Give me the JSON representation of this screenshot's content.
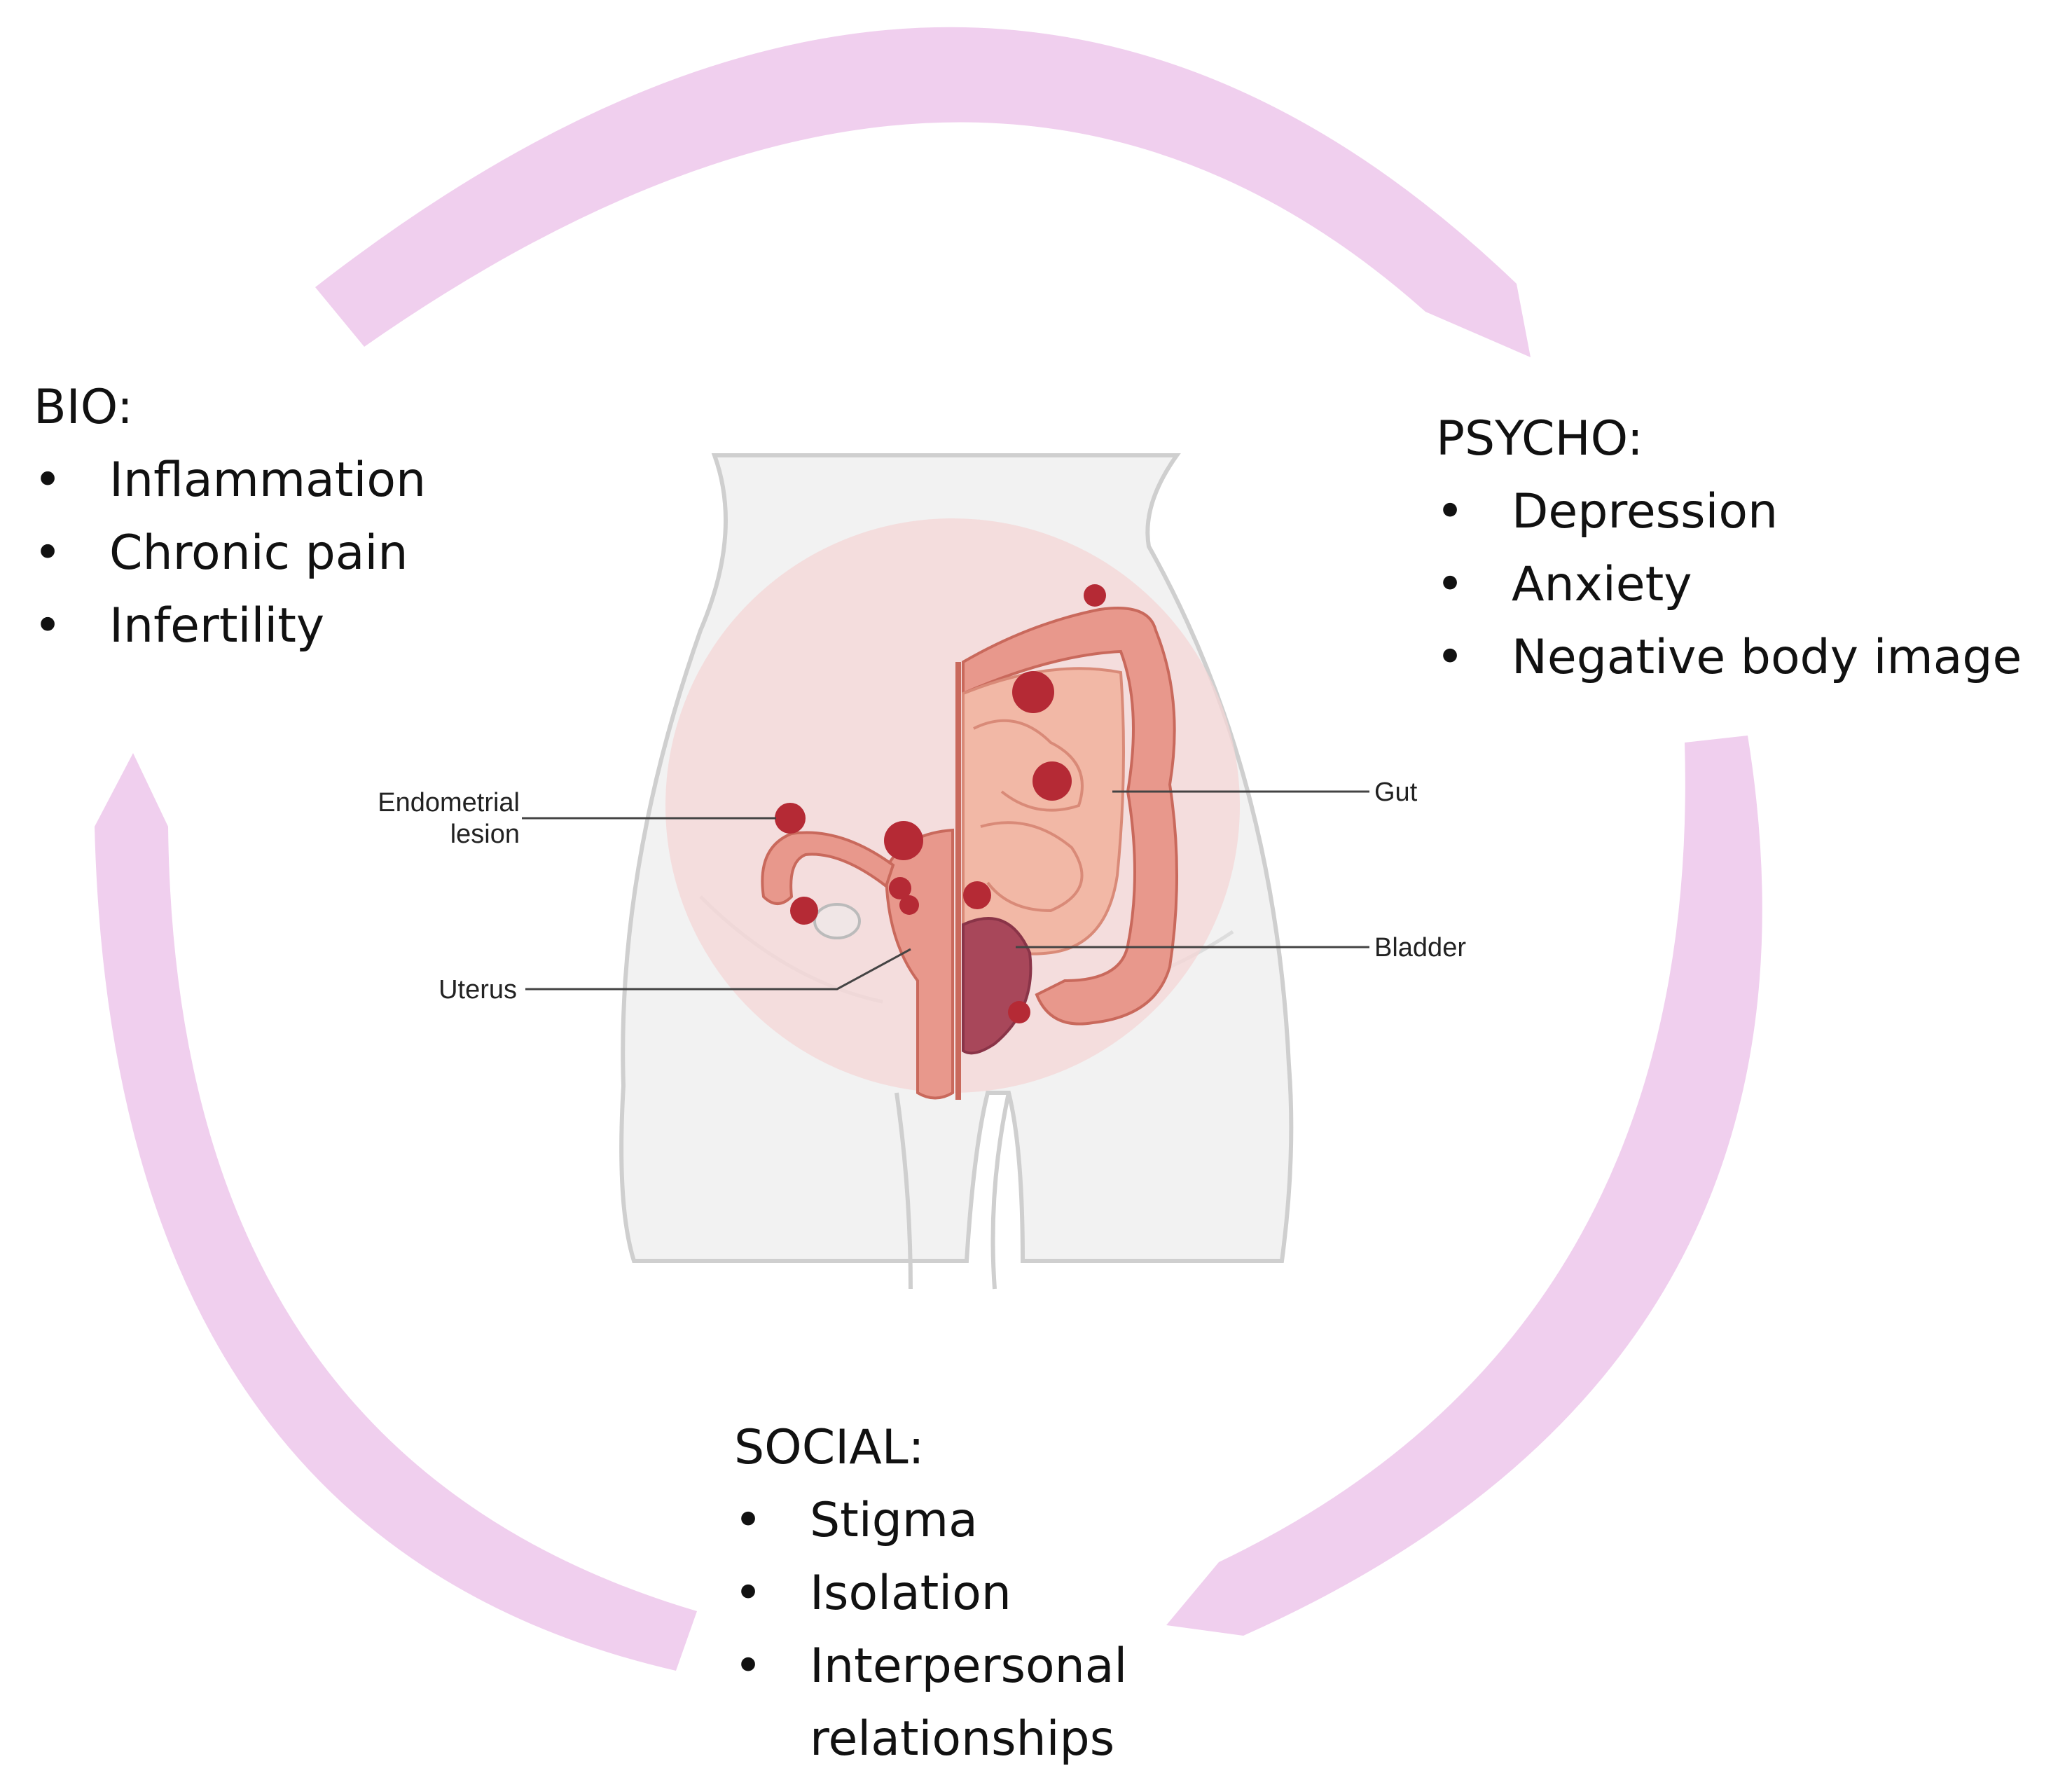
{
  "colors": {
    "arrow": "#f0cfee",
    "body_outline": "#cfcfcf",
    "body_fill": "#f2f2f2",
    "pelvis_glow": "#f4d5d5",
    "organ": "#e8988c",
    "organ_dark": "#c9695c",
    "lesion": "#b52a35",
    "bladder": "#a8475a"
  },
  "sections": {
    "bio": {
      "heading": "BIO:",
      "items": [
        "Inflammation",
        "Chronic pain",
        "Infertility"
      ]
    },
    "psycho": {
      "heading": "PSYCHO:",
      "items": [
        "Depression",
        "Anxiety",
        "Negative body image"
      ]
    },
    "social": {
      "heading": "SOCIAL:",
      "items": [
        "Stigma",
        "Isolation",
        "Interpersonal relationships"
      ]
    }
  },
  "bullet": "•",
  "callouts": {
    "endometrial_lesion_1": "Endometrial",
    "endometrial_lesion_2": "lesion",
    "uterus": "Uterus",
    "gut": "Gut",
    "bladder": "Bladder"
  }
}
